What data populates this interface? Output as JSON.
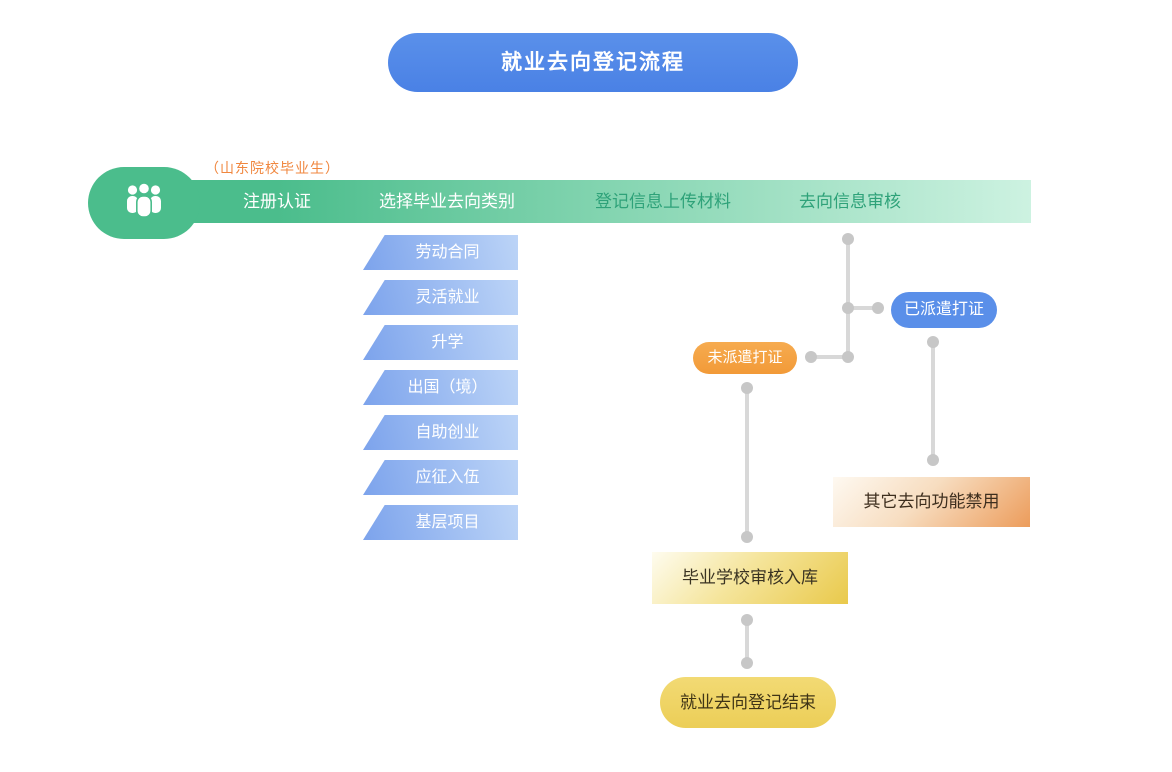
{
  "header": {
    "title": "就业去向登记流程"
  },
  "audience": {
    "label": "（山东院校毕业生）"
  },
  "process": {
    "steps": [
      {
        "label": "注册认证"
      },
      {
        "label": "选择毕业去向类别"
      },
      {
        "label": "登记信息上传材料"
      },
      {
        "label": "去向信息审核"
      }
    ]
  },
  "destination_types": {
    "items": [
      {
        "label": "劳动合同"
      },
      {
        "label": "灵活就业"
      },
      {
        "label": "升学"
      },
      {
        "label": "出国（境）"
      },
      {
        "label": "自助创业"
      },
      {
        "label": "应征入伍"
      },
      {
        "label": "基层项目"
      }
    ]
  },
  "review": {
    "dispatched": {
      "label": "已派遣打证"
    },
    "not_dispatched": {
      "label": "未派遣打证"
    },
    "other_disabled": {
      "label": "其它去向功能禁用"
    },
    "school_review": {
      "label": "毕业学校审核入库"
    },
    "end": {
      "label": "就业去向登记结束"
    }
  },
  "icons": {
    "people_group": "people-group-icon"
  },
  "colors": {
    "title_blue": "#4C84E7",
    "process_green": "#4BBD8C",
    "process_fade_mint": "#CDF2E1",
    "step_text_green": "#2EA279",
    "audience_orange": "#F0873F",
    "type_blue_dark": "#7CA3EC",
    "type_blue_light": "#BCD4F7",
    "dispatched_blue": "#5A8FE9",
    "not_dispatched_orange": "#F5A343",
    "disabled_orange": "#EC9C5B",
    "school_yellow": "#E9C94B",
    "end_yellow": "#EFD466",
    "connector_gray": "#D8D8D8"
  }
}
